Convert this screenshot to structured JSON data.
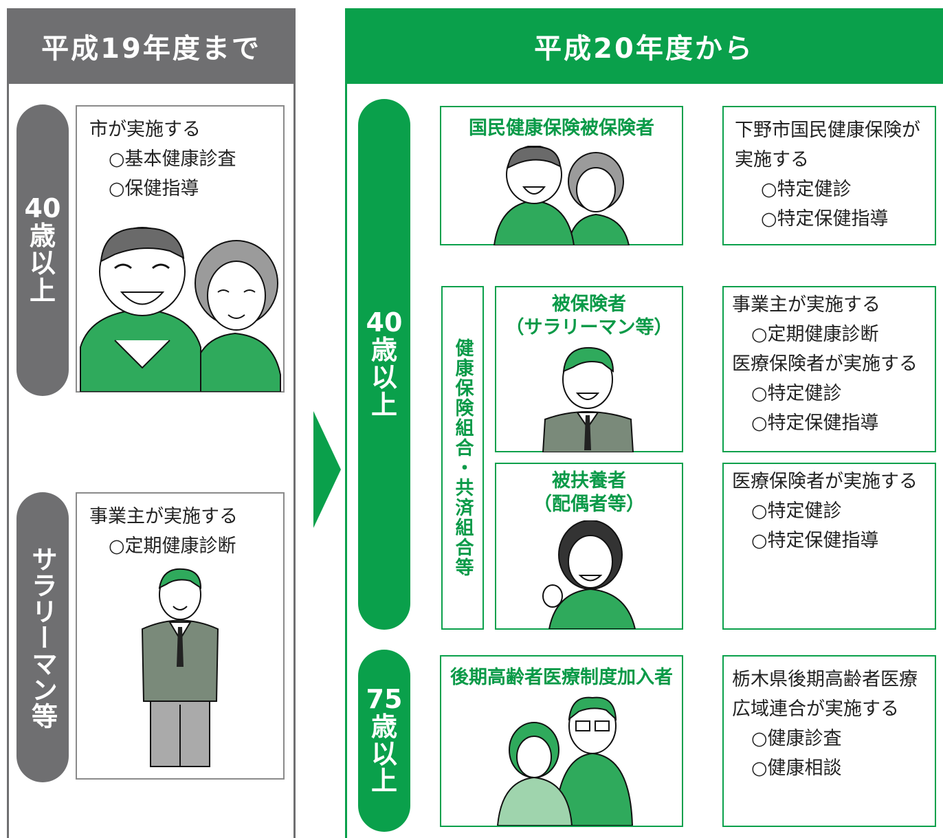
{
  "left": {
    "header": "平成19年度まで",
    "group1": {
      "age_label": [
        "40",
        "歳",
        "以",
        "上"
      ],
      "lines": [
        "市が実施する",
        "○基本健康診査",
        "○保健指導"
      ],
      "illustration": "elderly-couple-icon"
    },
    "group2": {
      "label": "サラリーマン等",
      "lines": [
        "事業主が実施する",
        "○定期健康診断"
      ],
      "illustration": "salaryman-icon"
    }
  },
  "right": {
    "header": "平成20年度から",
    "age40_label": [
      "40",
      "歳",
      "以",
      "上"
    ],
    "age75_label": [
      "75",
      "歳",
      "以",
      "上"
    ],
    "kokuho": {
      "title": "国民健康保険被保険者",
      "lines": [
        "下野市国民健康保険が",
        "実施する",
        "○特定健診",
        "○特定保健指導"
      ]
    },
    "union_label": "健康保険組合・共済組合等",
    "insured": {
      "title_lines": [
        "被保険者",
        "（サラリーマン等）"
      ],
      "lines": [
        "事業主が実施する",
        "○定期健康診断",
        "医療保険者が実施する",
        "○特定健診",
        "○特定保健指導"
      ]
    },
    "dependent": {
      "title_lines": [
        "被扶養者",
        "（配偶者等）"
      ],
      "lines": [
        "医療保険者が実施する",
        "○特定健診",
        "○特定保健指導"
      ]
    },
    "elderly": {
      "title": "後期高齢者医療制度加入者",
      "lines": [
        "栃木県後期高齢者医療",
        "広域連合が実施する",
        "○健康診査",
        "○健康相談"
      ]
    }
  },
  "colors": {
    "gray": "#6f6f71",
    "green": "#0aa04b",
    "light_green": "#9fd4ad"
  }
}
